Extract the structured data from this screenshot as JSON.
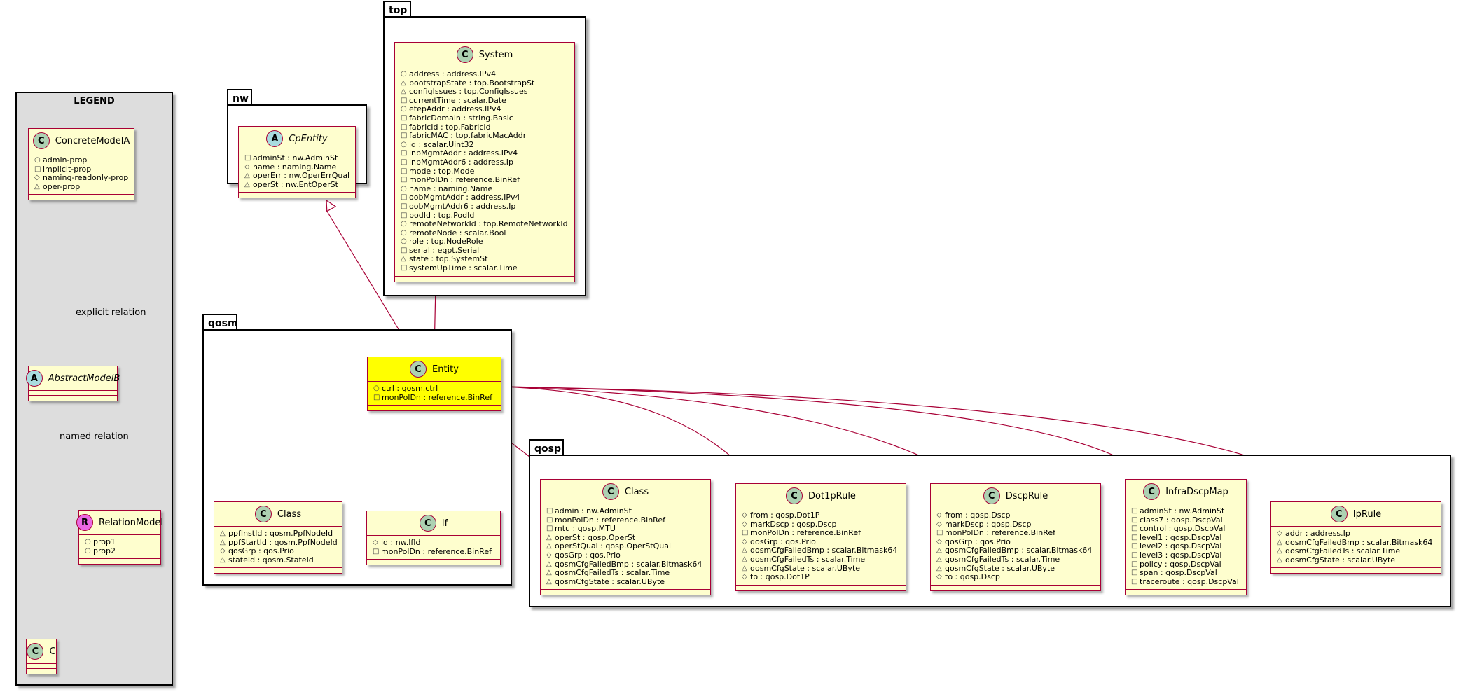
{
  "legend": {
    "title": "LEGEND",
    "concrete_model": {
      "name": "ConcreteModelA",
      "stereotype": "C",
      "props": [
        {
          "vis": "○",
          "text": "admin-prop"
        },
        {
          "vis": "□",
          "text": "implicit-prop"
        },
        {
          "vis": "◇",
          "text": "naming-readonly-prop"
        },
        {
          "vis": "△",
          "text": "oper-prop"
        }
      ]
    },
    "abstract_model": {
      "name": "AbstractModelB",
      "stereotype": "A"
    },
    "relation_model": {
      "name": "RelationModel",
      "stereotype": "R",
      "props": [
        {
          "vis": "○",
          "text": "prop1"
        },
        {
          "vis": "○",
          "text": "prop2"
        }
      ]
    },
    "c_model": {
      "name": "C",
      "stereotype": "C"
    },
    "explicit_label": "explicit relation",
    "named_label": "named relation"
  },
  "packages": {
    "nw": "nw",
    "top": "top",
    "qosm": "qosm",
    "qosp": "qosp"
  },
  "classes": {
    "cpentity": {
      "name": "CpEntity",
      "stereotype": "A",
      "props": [
        {
          "vis": "□",
          "text": "adminSt : nw.AdminSt"
        },
        {
          "vis": "◇",
          "text": "name : naming.Name"
        },
        {
          "vis": "△",
          "text": "operErr : nw.OperErrQual"
        },
        {
          "vis": "△",
          "text": "operSt : nw.EntOperSt"
        }
      ]
    },
    "system": {
      "name": "System",
      "stereotype": "C",
      "props": [
        {
          "vis": "○",
          "text": "address : address.IPv4"
        },
        {
          "vis": "△",
          "text": "bootstrapState : top.BootstrapSt"
        },
        {
          "vis": "△",
          "text": "configIssues : top.ConfigIssues"
        },
        {
          "vis": "□",
          "text": "currentTime : scalar.Date"
        },
        {
          "vis": "○",
          "text": "etepAddr : address.IPv4"
        },
        {
          "vis": "□",
          "text": "fabricDomain : string.Basic"
        },
        {
          "vis": "□",
          "text": "fabricId : top.FabricId"
        },
        {
          "vis": "□",
          "text": "fabricMAC : top.fabricMacAddr"
        },
        {
          "vis": "○",
          "text": "id : scalar.Uint32"
        },
        {
          "vis": "□",
          "text": "inbMgmtAddr : address.IPv4"
        },
        {
          "vis": "□",
          "text": "inbMgmtAddr6 : address.Ip"
        },
        {
          "vis": "□",
          "text": "mode : top.Mode"
        },
        {
          "vis": "□",
          "text": "monPolDn : reference.BinRef"
        },
        {
          "vis": "○",
          "text": "name : naming.Name"
        },
        {
          "vis": "□",
          "text": "oobMgmtAddr : address.IPv4"
        },
        {
          "vis": "□",
          "text": "oobMgmtAddr6 : address.Ip"
        },
        {
          "vis": "□",
          "text": "podId : top.PodId"
        },
        {
          "vis": "○",
          "text": "remoteNetworkId : top.RemoteNetworkId"
        },
        {
          "vis": "○",
          "text": "remoteNode : scalar.Bool"
        },
        {
          "vis": "○",
          "text": "role : top.NodeRole"
        },
        {
          "vis": "□",
          "text": "serial : eqpt.Serial"
        },
        {
          "vis": "△",
          "text": "state : top.SystemSt"
        },
        {
          "vis": "□",
          "text": "systemUpTime : scalar.Time"
        }
      ]
    },
    "entity": {
      "name": "Entity",
      "stereotype": "C",
      "props": [
        {
          "vis": "○",
          "text": "ctrl : qosm.ctrl"
        },
        {
          "vis": "□",
          "text": "monPolDn : reference.BinRef"
        }
      ]
    },
    "qosm_class": {
      "name": "Class",
      "stereotype": "C",
      "props": [
        {
          "vis": "△",
          "text": "ppfInstId : qosm.PpfNodeId"
        },
        {
          "vis": "△",
          "text": "ppfStartId : qosm.PpfNodeId"
        },
        {
          "vis": "◇",
          "text": "qosGrp : qos.Prio"
        },
        {
          "vis": "△",
          "text": "stateId : qosm.StateId"
        }
      ]
    },
    "qosm_if": {
      "name": "If",
      "stereotype": "C",
      "props": [
        {
          "vis": "◇",
          "text": "id : nw.IfId"
        },
        {
          "vis": "□",
          "text": "monPolDn : reference.BinRef"
        }
      ]
    },
    "qosp_class": {
      "name": "Class",
      "stereotype": "C",
      "props": [
        {
          "vis": "□",
          "text": "admin : nw.AdminSt"
        },
        {
          "vis": "□",
          "text": "monPolDn : reference.BinRef"
        },
        {
          "vis": "□",
          "text": "mtu : qosp.MTU"
        },
        {
          "vis": "△",
          "text": "operSt : qosp.OperSt"
        },
        {
          "vis": "△",
          "text": "operStQual : qosp.OperStQual"
        },
        {
          "vis": "◇",
          "text": "qosGrp : qos.Prio"
        },
        {
          "vis": "△",
          "text": "qosmCfgFailedBmp : scalar.Bitmask64"
        },
        {
          "vis": "△",
          "text": "qosmCfgFailedTs : scalar.Time"
        },
        {
          "vis": "△",
          "text": "qosmCfgState : scalar.UByte"
        }
      ]
    },
    "dot1p": {
      "name": "Dot1pRule",
      "stereotype": "C",
      "props": [
        {
          "vis": "◇",
          "text": "from : qosp.Dot1P"
        },
        {
          "vis": "◇",
          "text": "markDscp : qosp.Dscp"
        },
        {
          "vis": "□",
          "text": "monPolDn : reference.BinRef"
        },
        {
          "vis": "◇",
          "text": "qosGrp : qos.Prio"
        },
        {
          "vis": "△",
          "text": "qosmCfgFailedBmp : scalar.Bitmask64"
        },
        {
          "vis": "△",
          "text": "qosmCfgFailedTs : scalar.Time"
        },
        {
          "vis": "△",
          "text": "qosmCfgState : scalar.UByte"
        },
        {
          "vis": "◇",
          "text": "to : qosp.Dot1P"
        }
      ]
    },
    "dscp": {
      "name": "DscpRule",
      "stereotype": "C",
      "props": [
        {
          "vis": "◇",
          "text": "from : qosp.Dscp"
        },
        {
          "vis": "◇",
          "text": "markDscp : qosp.Dscp"
        },
        {
          "vis": "□",
          "text": "monPolDn : reference.BinRef"
        },
        {
          "vis": "◇",
          "text": "qosGrp : qos.Prio"
        },
        {
          "vis": "△",
          "text": "qosmCfgFailedBmp : scalar.Bitmask64"
        },
        {
          "vis": "△",
          "text": "qosmCfgFailedTs : scalar.Time"
        },
        {
          "vis": "△",
          "text": "qosmCfgState : scalar.UByte"
        },
        {
          "vis": "◇",
          "text": "to : qosp.Dscp"
        }
      ]
    },
    "infra": {
      "name": "InfraDscpMap",
      "stereotype": "C",
      "props": [
        {
          "vis": "□",
          "text": "adminSt : nw.AdminSt"
        },
        {
          "vis": "□",
          "text": "class7 : qosp.DscpVal"
        },
        {
          "vis": "□",
          "text": "control : qosp.DscpVal"
        },
        {
          "vis": "□",
          "text": "level1 : qosp.DscpVal"
        },
        {
          "vis": "□",
          "text": "level2 : qosp.DscpVal"
        },
        {
          "vis": "□",
          "text": "level3 : qosp.DscpVal"
        },
        {
          "vis": "□",
          "text": "policy : qosp.DscpVal"
        },
        {
          "vis": "□",
          "text": "span : qosp.DscpVal"
        },
        {
          "vis": "□",
          "text": "traceroute : qosp.DscpVal"
        }
      ]
    },
    "iprule": {
      "name": "IpRule",
      "stereotype": "C",
      "props": [
        {
          "vis": "◇",
          "text": "addr : address.Ip"
        },
        {
          "vis": "△",
          "text": "qosmCfgFailedBmp : scalar.Bitmask64"
        },
        {
          "vis": "△",
          "text": "qosmCfgFailedTs : scalar.Time"
        },
        {
          "vis": "△",
          "text": "qosmCfgState : scalar.UByte"
        }
      ]
    }
  },
  "colors": {
    "class_fill": "#fefece",
    "class_border": "#a80036",
    "highlight_fill": "#ffff00",
    "legend_fill": "#dddddd"
  }
}
